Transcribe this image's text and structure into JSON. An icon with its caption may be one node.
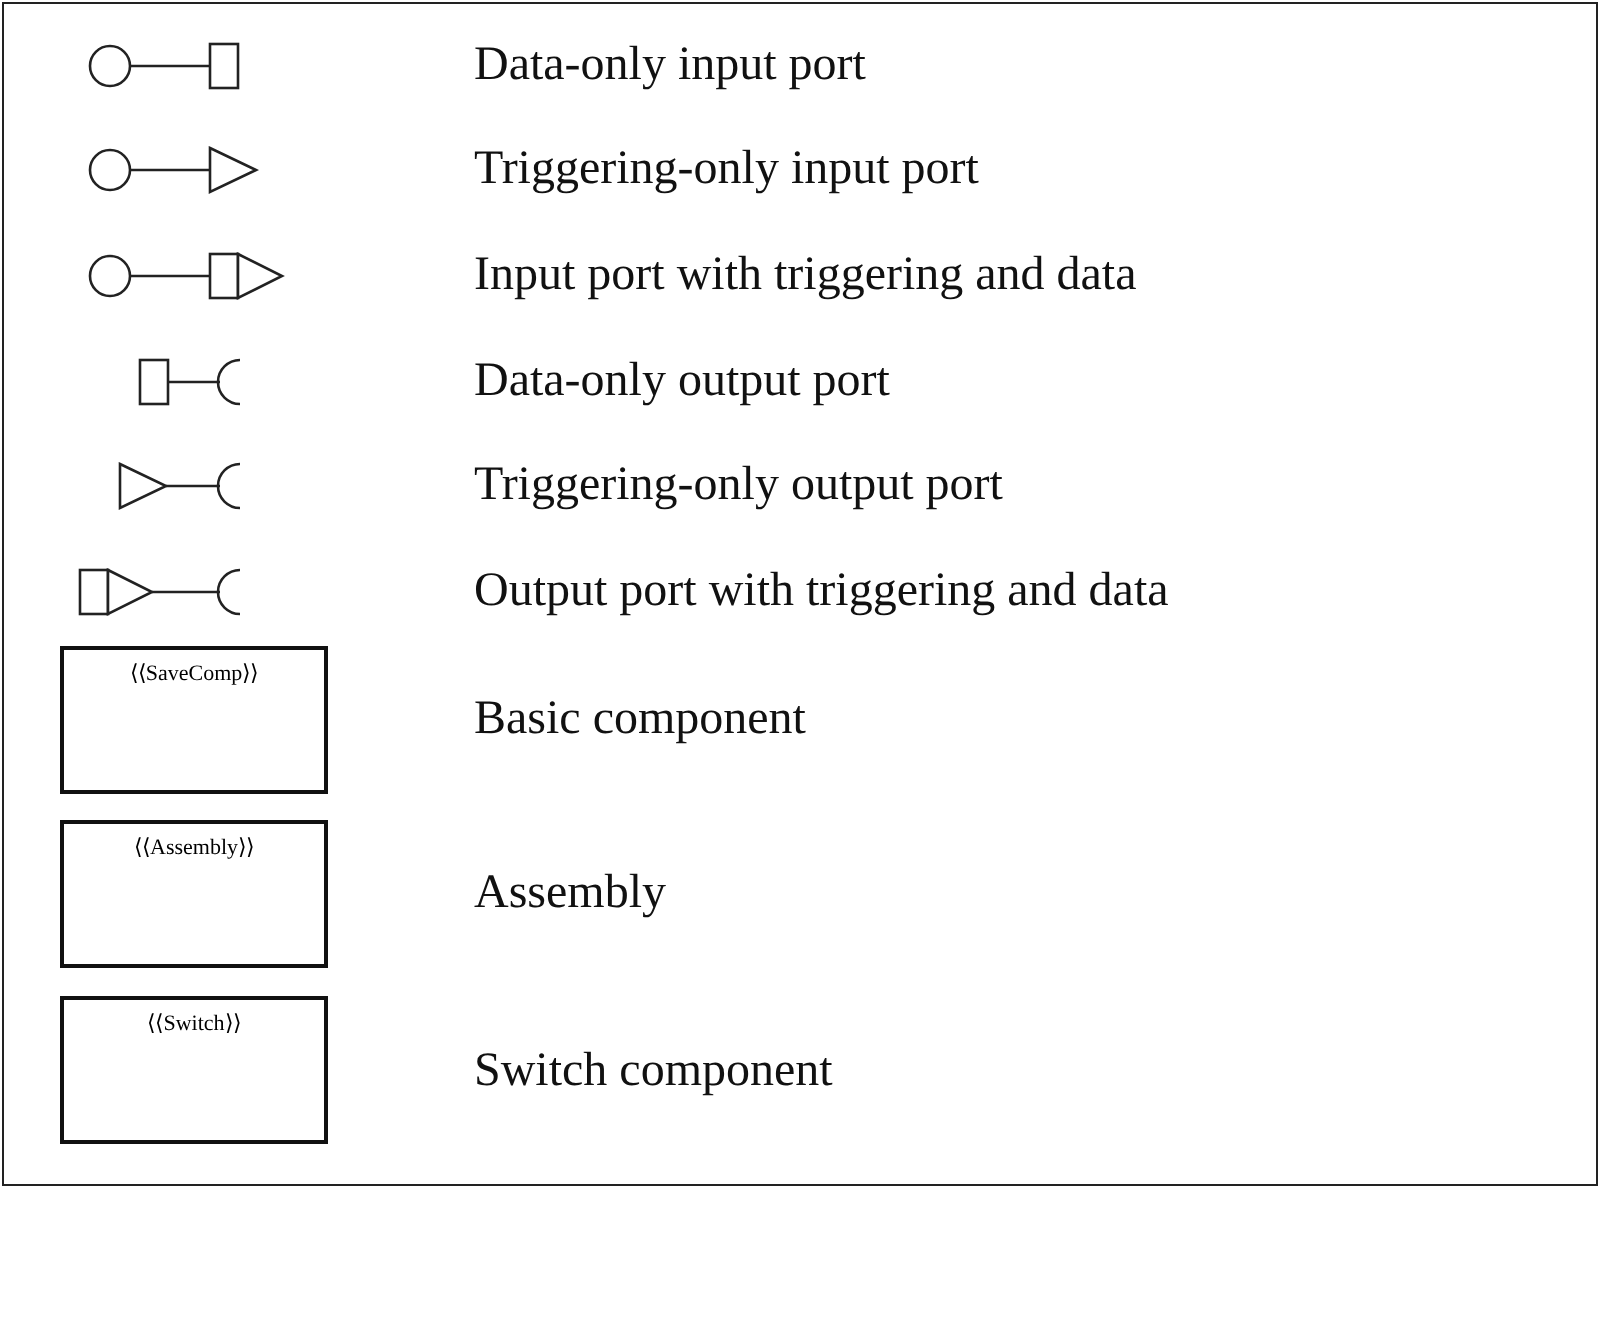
{
  "diagram": {
    "nodes": [
      {
        "text": [
          "⟨⟨SaveComp⟩⟩"
        ]
      },
      {
        "text": [
          "⟨⟨Assembly⟩⟩"
        ]
      },
      {
        "text": [
          "⟨⟨Switch⟩⟩"
        ]
      }
    ],
    "legend": [
      {
        "text": "Data-only input port"
      },
      {
        "text": "Triggering-only input port"
      },
      {
        "text": "Input port with triggering and data"
      },
      {
        "text": "Data-only output port"
      },
      {
        "text": "Triggering-only output port"
      },
      {
        "text": "Output port with triggering and data"
      },
      {
        "text": "Basic component"
      },
      {
        "text": "Assembly"
      },
      {
        "text": "Switch component"
      }
    ]
  }
}
